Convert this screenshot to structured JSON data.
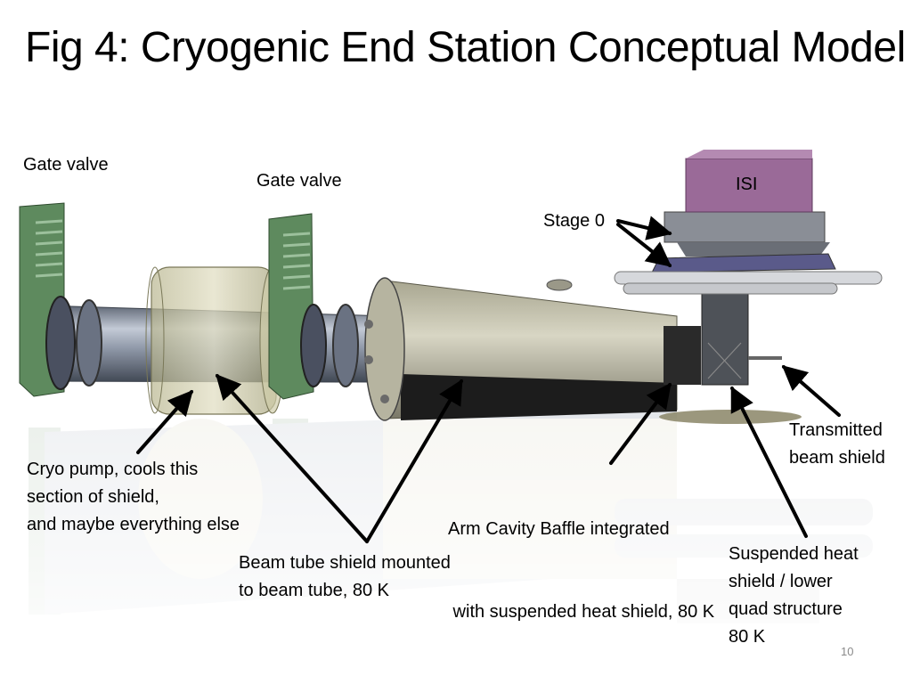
{
  "slide": {
    "title": "Fig 4: Cryogenic End Station Conceptual Model",
    "page_number": "10"
  },
  "labels": {
    "gate_valve_left": "Gate valve",
    "gate_valve_right": "Gate valve",
    "isi": "ISI",
    "stage0": "Stage 0",
    "transmitted_beam_shield": [
      "Transmitted",
      "beam shield"
    ],
    "cryo_pump": [
      "Cryo pump, cools this",
      "section of shield,",
      "and maybe everything else"
    ],
    "arm_cavity_baffle": [
      "Arm Cavity Baffle integrated",
      " with suspended heat shield, 80 K"
    ],
    "beam_tube_shield": [
      "Beam tube shield mounted",
      "to beam tube, 80 K"
    ],
    "suspended_heat_shield": [
      "Suspended heat",
      "shield / lower",
      "quad structure",
      "80 K"
    ]
  },
  "colors": {
    "valve_green": "#5e8a5e",
    "tube_grey": "#8a94a6",
    "cryo_tan": "#c8c4a0",
    "isi_purple": "#9a6a98",
    "arrow": "#000000"
  }
}
